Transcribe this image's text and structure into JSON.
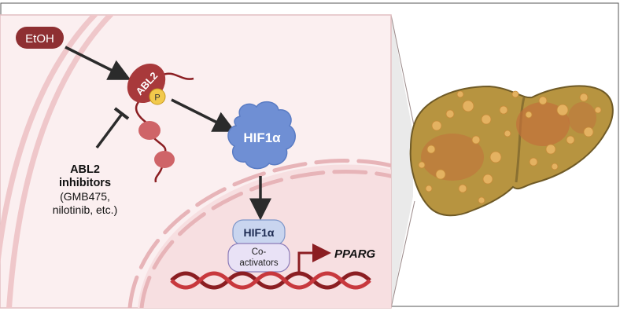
{
  "labels": {
    "etoh": "EtOH",
    "abl2": "ABL2",
    "phospho": "P",
    "hif1a_cyto": "HIF1α",
    "hif1a_nuc": "HIF1α",
    "coactivators_line1": "Co-",
    "coactivators_line2": "activators",
    "gene": "PPARG",
    "inhibitor_line1": "ABL2",
    "inhibitor_line2": "inhibitors",
    "inhibitor_line3": "(GMB475,",
    "inhibitor_line4": "nilotinib, etc.)"
  },
  "colors": {
    "cell_bg": "#fbeff0",
    "cell_border": "#e7c4c6",
    "membrane": "#efc7ca",
    "etoh_fill": "#8e2f32",
    "abl2_fill": "#a8393b",
    "abl2_domain": "#cf6468",
    "phospho_fill": "#f2c94c",
    "hif1a_fill": "#6f8fd4",
    "hif1a_box": "#c9d5ef",
    "coactivator_box": "#e9e2f6",
    "dna_dark": "#8b1e22",
    "dna_light": "#c8383d",
    "gene_arrow": "#8b1e22",
    "liver_fill": "#b79440",
    "liver_spot": "#e4b261",
    "liver_dark": "#c2703b"
  }
}
